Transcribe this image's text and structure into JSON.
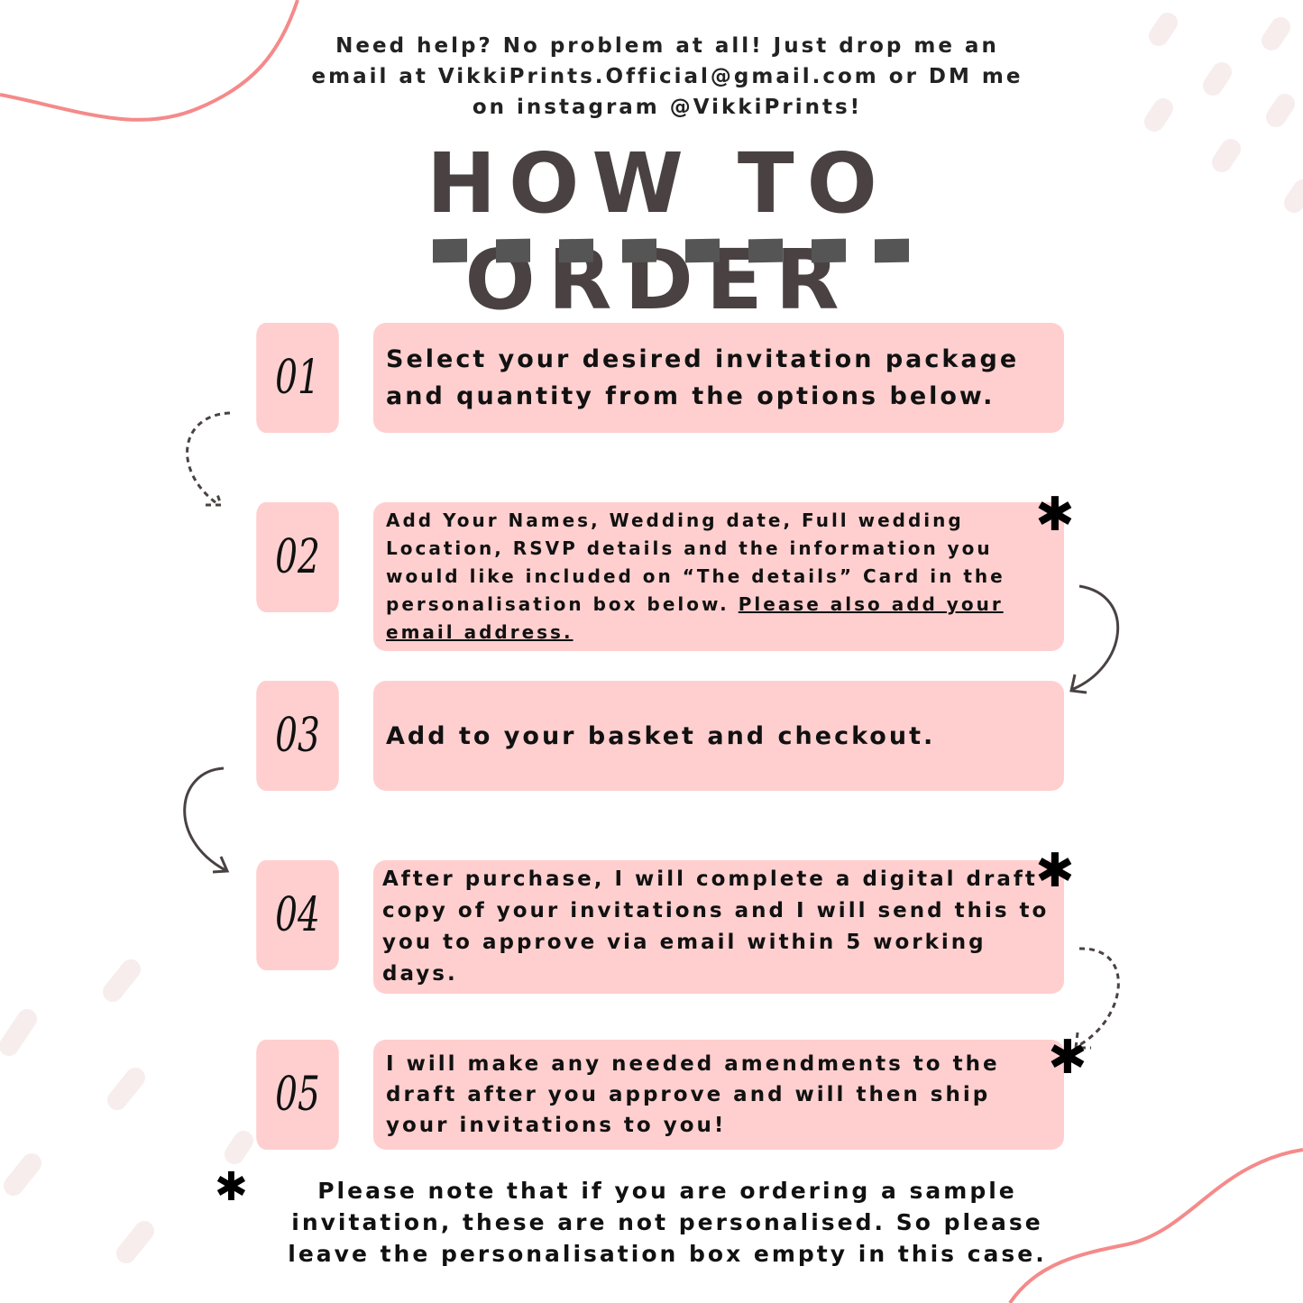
{
  "help_text": "Need help? No problem at all! Just drop me an email at VikkiPrints.Official@gmail.com or DM me on instagram @VikkiPrints!",
  "title": "HOW TO ORDER",
  "steps": [
    {
      "number": "01",
      "text": "Select your desired invitation package and quantity from the options below."
    },
    {
      "number": "02",
      "text": "Add Your Names, Wedding date, Full wedding Location, RSVP details and the information you would like included on “The details” Card in the personalisation box below. ",
      "underlined": "Please also add your email address."
    },
    {
      "number": "03",
      "text": "Add to your basket and checkout."
    },
    {
      "number": "04",
      "text": "After purchase, I will complete a digital draft copy of your invitations and I will send this to you to approve via email within 5 working days."
    },
    {
      "number": "05",
      "text": "I will make any needed amendments to the draft after you approve and will then ship your invitations to you!"
    }
  ],
  "footnote": "Please note that if you are ordering a sample invitation, these are not personalised. So please leave the personalisation box empty in this case.",
  "colors": {
    "box": "#ffcfcf",
    "title": "#4a4242",
    "accent": "#f58a8a"
  }
}
